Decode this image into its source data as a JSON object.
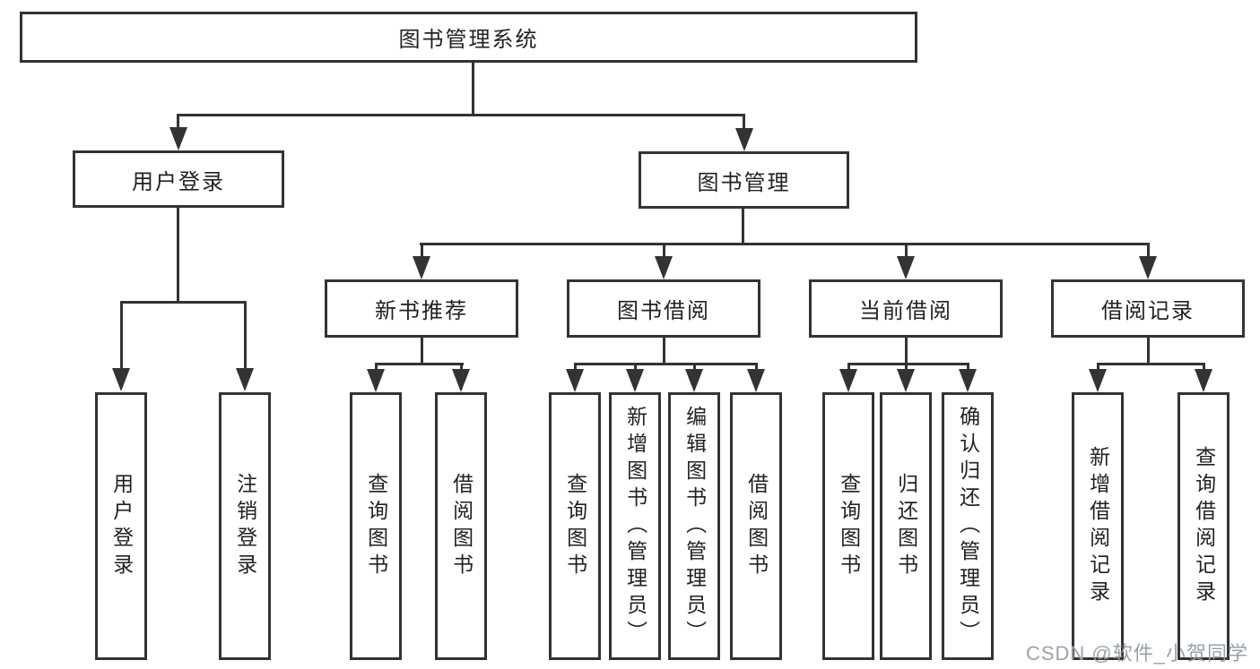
{
  "tree": {
    "root": {
      "label": "图书管理系统"
    },
    "branches": [
      {
        "label": "用户登录",
        "children": [
          {
            "label": "用户登录"
          },
          {
            "label": "注销登录"
          }
        ]
      },
      {
        "label": "图书管理",
        "groups": [
          {
            "label": "新书推荐",
            "children": [
              {
                "label": "查询图书"
              },
              {
                "label": "借阅图书"
              }
            ]
          },
          {
            "label": "图书借阅",
            "children": [
              {
                "label": "查询图书"
              },
              {
                "label": "新增图书（管理员）"
              },
              {
                "label": "编辑图书（管理员）"
              },
              {
                "label": "借阅图书"
              }
            ]
          },
          {
            "label": "当前借阅",
            "children": [
              {
                "label": "查询图书"
              },
              {
                "label": "归还图书"
              },
              {
                "label": "确认归还（管理员）"
              }
            ]
          },
          {
            "label": "借阅记录",
            "children": [
              {
                "label": "新增借阅记录"
              },
              {
                "label": "查询借阅记录"
              }
            ]
          }
        ]
      }
    ]
  },
  "watermark": {
    "text": "CSDN @软件_小贺同学"
  },
  "colors": {
    "line": "#333333",
    "text": "#222222",
    "watermark": "#9aa2ac",
    "background": "#ffffff"
  }
}
